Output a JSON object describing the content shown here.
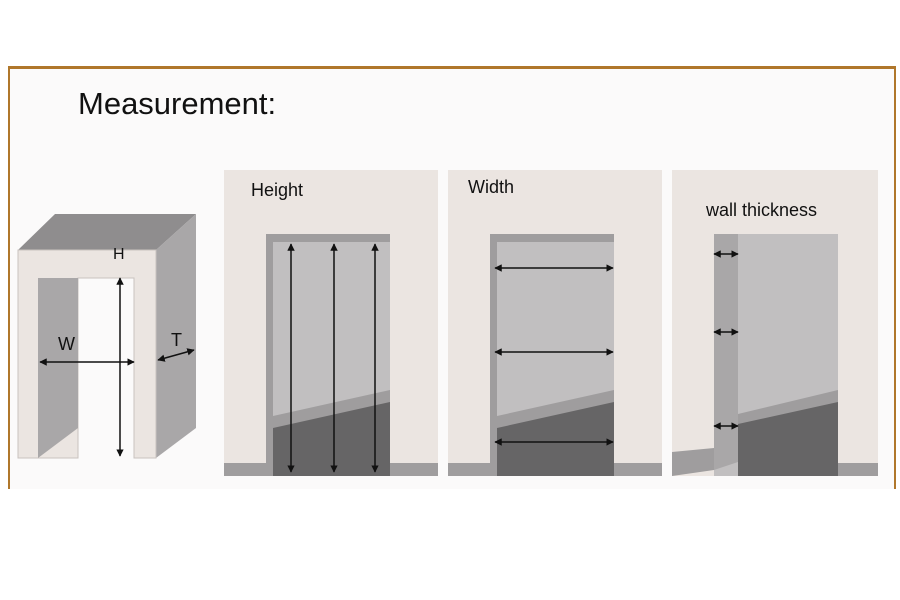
{
  "title": "Measurement:",
  "frame_label": {
    "height": "H",
    "width": "W",
    "thickness": "T"
  },
  "panels": {
    "height": "Height",
    "width": "Width",
    "thickness": "wall thickness"
  },
  "colors": {
    "border": "#b0772b",
    "wall": "#ebe5e1",
    "opening_light": "#c1bfc0",
    "opening_mid": "#9f9d9e",
    "floor": "#666566",
    "arrow": "#111111"
  }
}
